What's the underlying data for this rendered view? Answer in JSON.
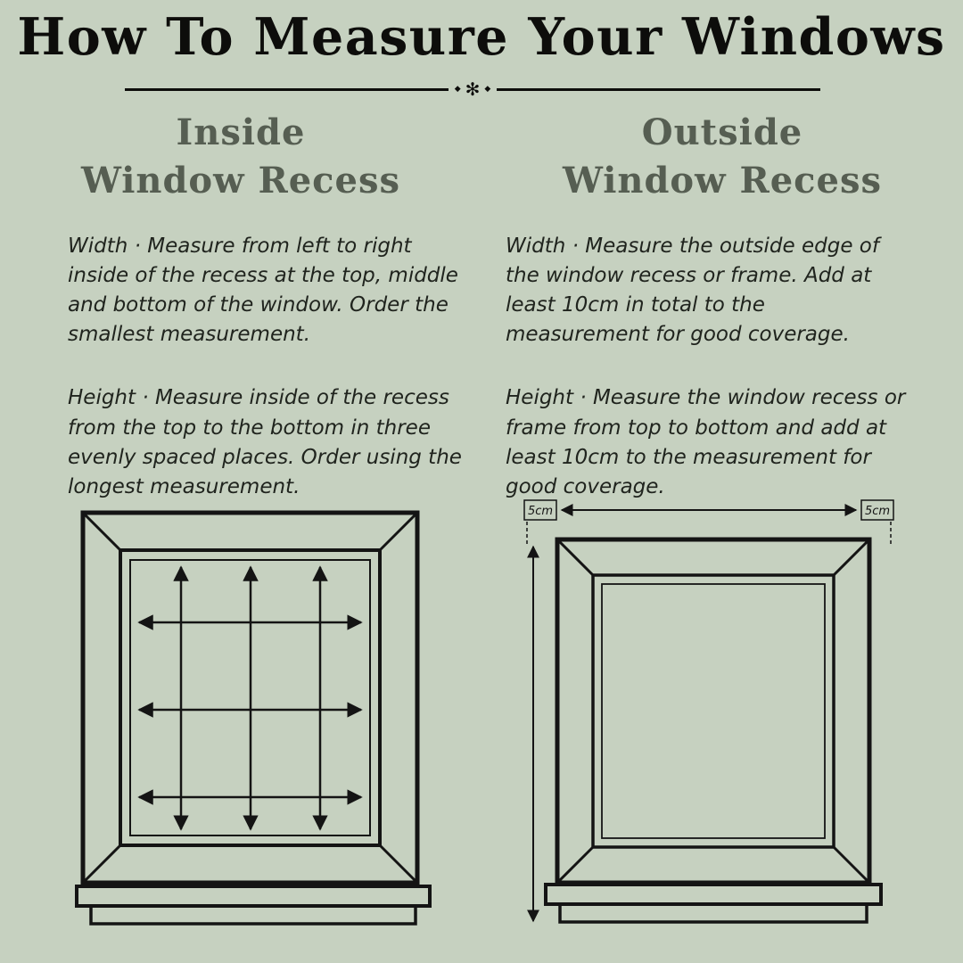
{
  "page": {
    "title": "How To Measure Your Windows",
    "background_color": "#c6d1c0",
    "line_color": "#141414",
    "heading_color": "#565e52"
  },
  "ornament": {
    "name": "fleuron-divider",
    "center_glyph": "✻",
    "side_glyph": "◆"
  },
  "columns": {
    "inside": {
      "heading_line1": "Inside",
      "heading_line2": "Window Recess",
      "width_text": "Width · Measure from left to right inside of the recess at the top, middle and bottom of the window. Order the smallest measurement.",
      "height_text": "Height · Measure inside of the recess from the top to the bottom in three evenly spaced places. Order using the longest measurement."
    },
    "outside": {
      "heading_line1": "Outside",
      "heading_line2": "Window Recess",
      "width_text": "Width · Measure the outside edge of the window recess or frame. Add at least 10cm in total to the measurement for good coverage.",
      "height_text": "Height · Measure the window recess or frame from top to bottom and add at least 10cm to the measurement for good coverage."
    }
  },
  "diagram_labels": {
    "left_margin": "5cm",
    "right_margin": "5cm"
  }
}
